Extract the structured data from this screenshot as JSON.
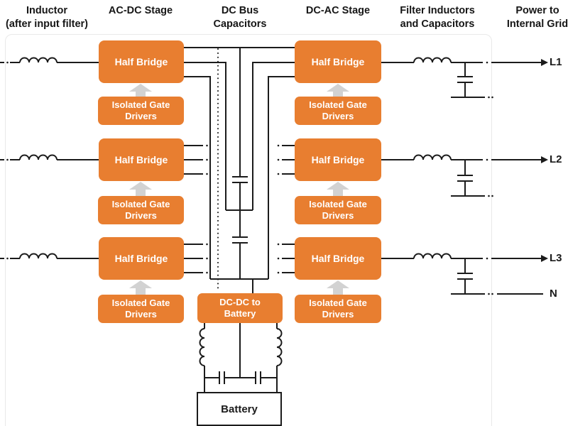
{
  "headers": [
    {
      "line1": "Inductor",
      "line2": "(after input filter)"
    },
    {
      "line1": "AC-DC Stage",
      "line2": ""
    },
    {
      "line1": "DC Bus",
      "line2": "Capacitors"
    },
    {
      "line1": "DC-AC Stage",
      "line2": ""
    },
    {
      "line1": "Filter Inductors",
      "line2": "and Capacitors"
    },
    {
      "line1": "Power to",
      "line2": "Internal Grid"
    }
  ],
  "labels": {
    "half_bridge": "Half Bridge",
    "gate_drivers_line1": "Isolated Gate",
    "gate_drivers_line2": "Drivers",
    "dcdc_line1": "DC-DC to",
    "dcdc_line2": "Battery",
    "battery": "Battery"
  },
  "grid_outputs": [
    "L1",
    "L2",
    "L3",
    "N"
  ],
  "colors": {
    "accent_orange": "#E87E30",
    "gate_arrow_gray": "#D2D2D2",
    "wire_black": "#1B1B1B",
    "panel_border_gray": "#E9E9E9",
    "heading_text": "#161616"
  },
  "symbols": {
    "inductor": "coil-icon",
    "capacitor": "parallel-plates-icon",
    "gate_drive": "block-arrow-up-icon",
    "continuation": "dash-dot-icon"
  }
}
